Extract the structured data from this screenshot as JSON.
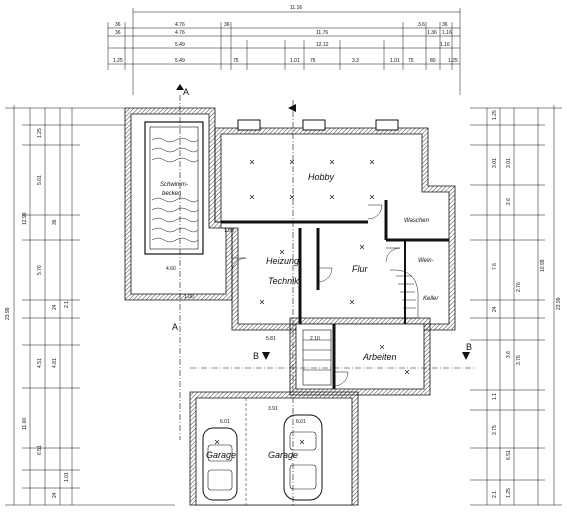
{
  "drawing": {
    "rooms": {
      "schwimmbecken_line1": "Schwimm-",
      "schwimmbecken_line2": "becken",
      "hobby": "Hobby",
      "heizung_line1": "Heizung",
      "heizung_line2": "Technik",
      "flur": "Flur",
      "waschen": "Waschen",
      "wein": "Wein-",
      "keller": "Keller",
      "arbeiten": "Arbeiten",
      "garage_left": "Garage",
      "garage_right": "Garage"
    },
    "section_marks": {
      "a_top": "A",
      "a_bottom": "A",
      "b_left": "B",
      "b_right": "B"
    },
    "dims_top": {
      "row1_total": "11.16",
      "row2": [
        "36",
        "4.76",
        "36",
        "3.6",
        "36"
      ],
      "row3": [
        "36",
        "4.76",
        "11.76",
        "1.36",
        "1.16"
      ],
      "row4": [
        "5.49",
        "12.12",
        "1.16"
      ],
      "row5": [
        "1.25",
        "5.49",
        "75",
        "1.01",
        "75",
        "3.3",
        "1.01",
        "75",
        "80",
        "1.25"
      ]
    },
    "dims_left": {
      "outer_total": "23.99",
      "mid_total": "12.99",
      "bottom_total": "11.00",
      "col_values": [
        "1.25",
        "5.01",
        "36",
        "5.76",
        "24",
        "2.1",
        "4.51",
        "4.81",
        "6.51",
        "1.01",
        "24"
      ]
    },
    "dims_right": {
      "outer_total": "23.99",
      "mid_total": "10.99",
      "col_values": [
        "1.25",
        "3.01",
        "3.01",
        "2.6",
        "7.6",
        "2.76",
        "24",
        "3.6",
        "3.76",
        "1.1",
        "6.51",
        "3.75",
        "2.1",
        "1.25"
      ]
    },
    "dims_inner": {
      "pool_w": "4.60",
      "pool_w2": "1.00",
      "heiz_w": "1.00",
      "arb_w": "5.81",
      "garage_d1": "6.01",
      "garage_d2": "6.01",
      "stair_w": "2.10",
      "garage_w": "3.91"
    }
  }
}
